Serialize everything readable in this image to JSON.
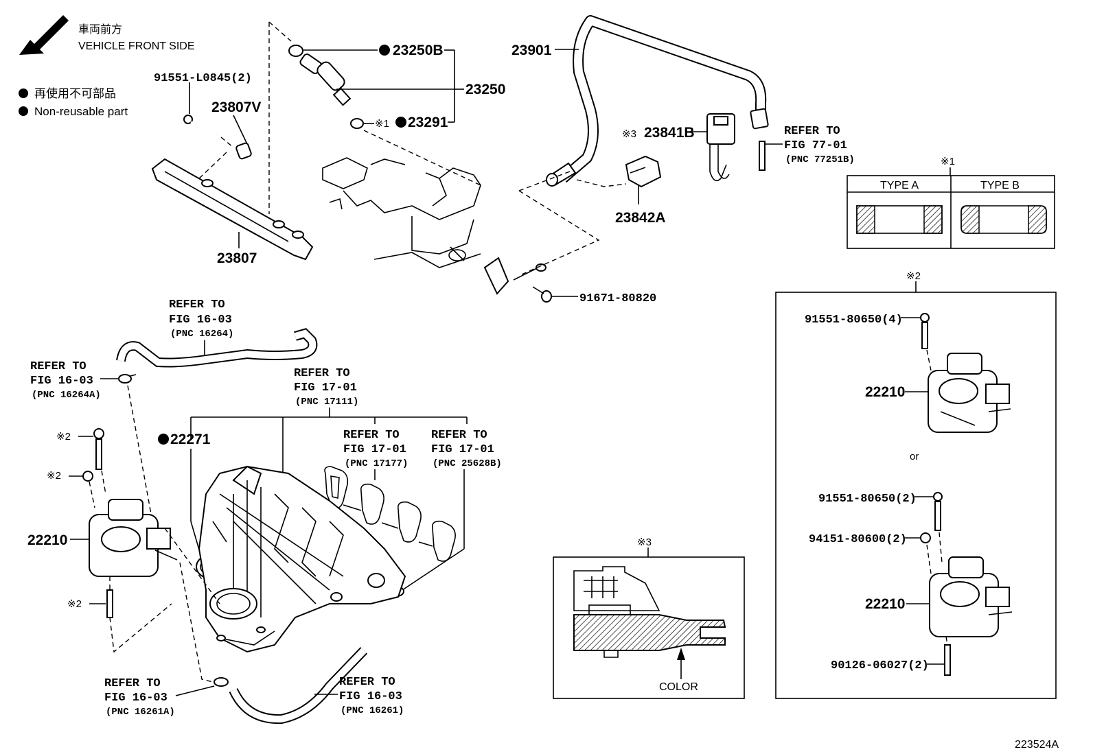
{
  "legend": {
    "front_jp": "車両前方",
    "front_en": "VEHICLE FRONT SIDE",
    "nonreuse_jp": "再使用不可部品",
    "nonreuse_en": "Non-reusable part"
  },
  "parts": {
    "p23250B": "23250B",
    "p23250": "23250",
    "p23291": "23291",
    "p23901": "23901",
    "p23841B": "23841B",
    "p23842A": "23842A",
    "p23807V": "23807V",
    "p23807": "23807",
    "p91551L": "91551-L0845(2)",
    "p91671": "91671-80820",
    "p22271": "22271",
    "p22210a": "22210",
    "p22210b": "22210",
    "p22210c": "22210",
    "p91551_4": "91551-80650(4)",
    "p91551_2": "91551-80650(2)",
    "p94151_2": "94151-80600(2)",
    "p90126_2": "90126-06027(2)"
  },
  "marks": {
    "m1": "※1",
    "m2": "※2",
    "m3": "※3",
    "dot": "●"
  },
  "refs": {
    "r77": {
      "l1": "REFER TO",
      "l2": "FIG 77-01",
      "l3": "(PNC 77251B)"
    },
    "r16264": {
      "l1": "REFER TO",
      "l2": "FIG 16-03",
      "l3": "(PNC 16264)"
    },
    "r16264A": {
      "l1": "REFER TO",
      "l2": "FIG 16-03",
      "l3": "(PNC 16264A)"
    },
    "r17111": {
      "l1": "REFER TO",
      "l2": "FIG 17-01",
      "l3": "(PNC 17111)"
    },
    "r17177": {
      "l1": "REFER TO",
      "l2": "FIG 17-01",
      "l3": "(PNC 17177)"
    },
    "r25628B": {
      "l1": "REFER TO",
      "l2": "FIG 17-01",
      "l3": "(PNC 25628B)"
    },
    "r16261A": {
      "l1": "REFER TO",
      "l2": "FIG 16-03",
      "l3": "(PNC 16261A)"
    },
    "r16261": {
      "l1": "REFER TO",
      "l2": "FIG 16-03",
      "l3": "(PNC 16261)"
    }
  },
  "type_table": {
    "type_a": "TYPE A",
    "type_b": "TYPE B"
  },
  "alt_word": "or",
  "color_label": "COLOR",
  "figure_id": "223524A"
}
